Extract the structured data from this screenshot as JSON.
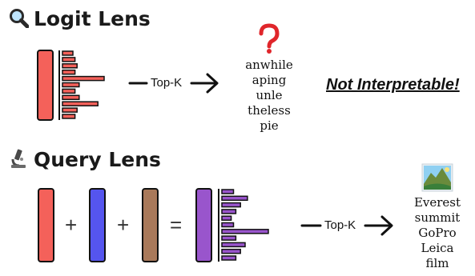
{
  "logit_lens": {
    "title": "Logit Lens",
    "title_icon": "magnifying-glass-icon",
    "topk_label": "Top-K",
    "question_icon": "red-question-mark-icon",
    "tokens": [
      "anwhile",
      "aping",
      "unle",
      "theless",
      "pie"
    ],
    "verdict": "Not Interpretable!",
    "bar_levels": [
      0.25,
      0.3,
      0.35,
      0.3,
      1.0,
      0.4,
      0.3,
      0.4,
      0.85,
      0.35,
      0.3
    ],
    "colors": {
      "vector": "#f4615a",
      "bars": "#f4615a"
    }
  },
  "query_lens": {
    "title": "Query Lens",
    "title_icon": "microscope-icon",
    "plus_1": "+",
    "plus_2": "+",
    "equals": "=",
    "topk_label": "Top-K",
    "result_icon": "landscape-photo-icon",
    "tokens": [
      "Everest",
      "summit",
      "GoPro",
      "Leica",
      "film"
    ],
    "bar_levels": [
      0.25,
      0.55,
      0.4,
      0.3,
      0.2,
      0.25,
      1.0,
      0.3,
      0.5,
      0.4,
      0.3
    ],
    "colors": {
      "vector_1": "#f4615a",
      "vector_2": "#5555ee",
      "vector_3": "#a9795a",
      "result_vector": "#9955cc",
      "bars": "#9955cc"
    }
  }
}
